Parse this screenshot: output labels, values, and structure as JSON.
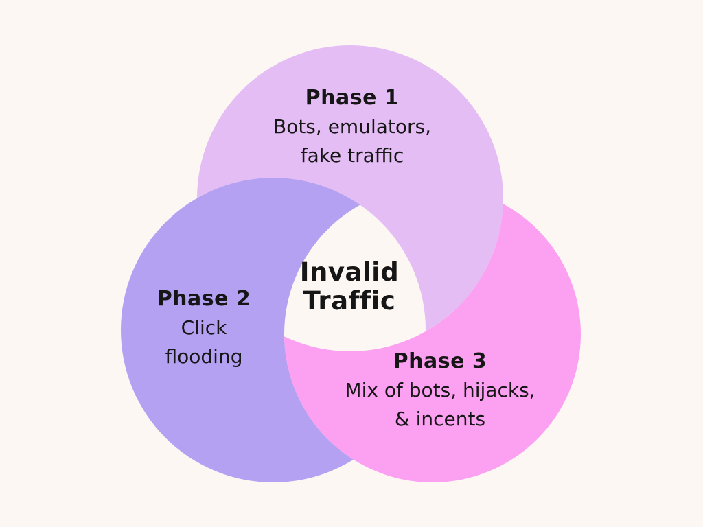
{
  "diagram": {
    "type": "venn-triple-weave",
    "background_color": "#FDF7F4",
    "text_color": "#161616",
    "center_label_lines": [
      "Invalid",
      "Traffic"
    ],
    "phases": [
      {
        "label": "Phase 1",
        "lines": [
          "Bots, emulators,",
          "fake traffic"
        ],
        "color": "#E5BDF5"
      },
      {
        "label": "Phase 2",
        "lines": [
          "Click",
          "flooding"
        ],
        "color": "#B4A1F2"
      },
      {
        "label": "Phase 3",
        "lines": [
          "Mix of bots, hijacks,",
          "& incents"
        ],
        "color": "#FCA0F1"
      }
    ]
  }
}
